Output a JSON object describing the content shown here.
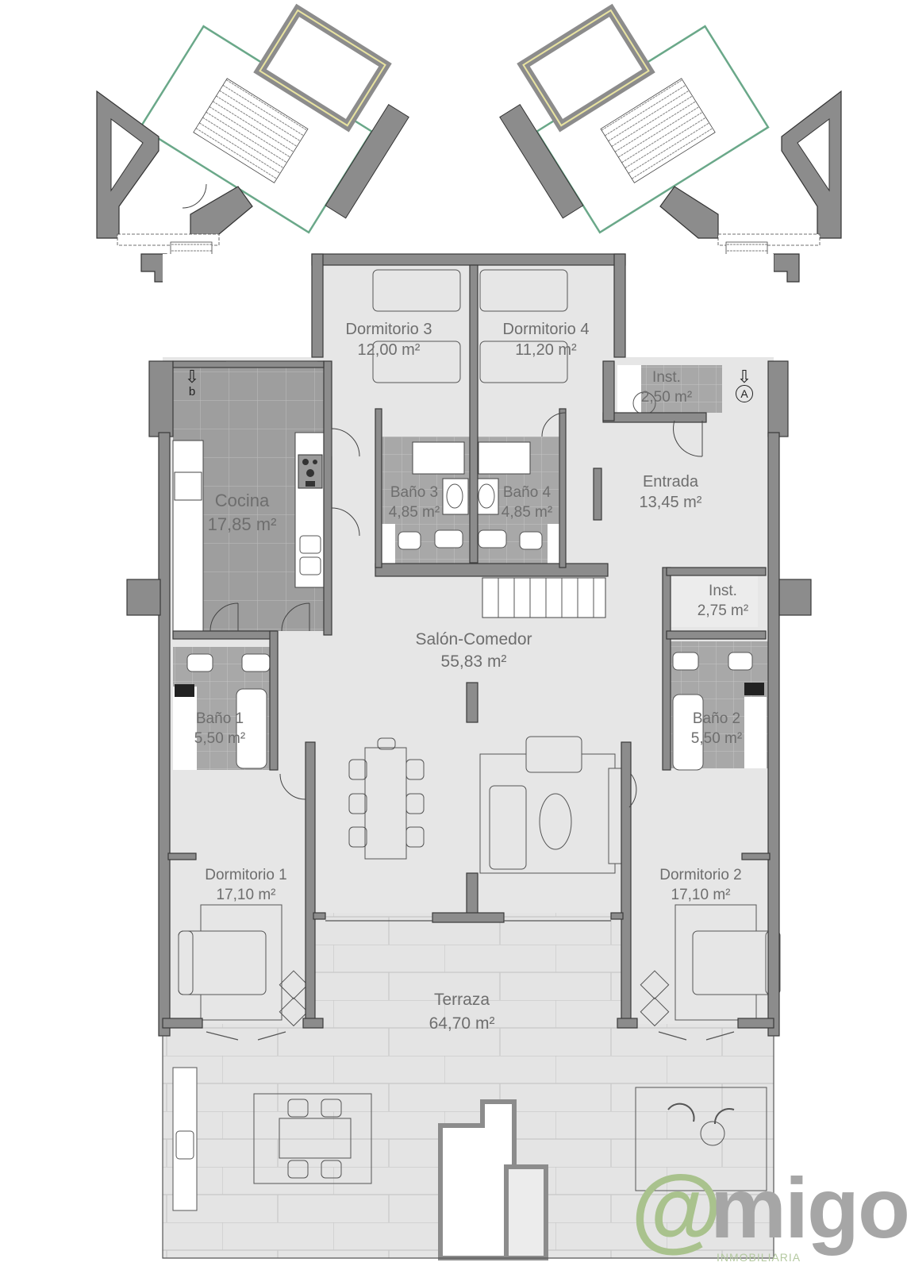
{
  "plan": {
    "type": "floor-plan",
    "colors": {
      "wall": "#8c8c8c",
      "wall_outline": "#3a3a3a",
      "floor": "#e6e6e6",
      "wet_floor": "#a9a9a9",
      "kitchen_floor": "#9a9a9a",
      "terrace_floor": "#e3e3e3",
      "label": "#6e6e6e",
      "facade_green": "#6aa889",
      "facade_yellow": "#e8e3a0",
      "logo_green": "#a9c28d",
      "logo_gray": "#a6a6a6"
    },
    "rooms": [
      {
        "id": "dormitorio-3",
        "name": "Dormitorio 3",
        "area": "12,00 m²"
      },
      {
        "id": "dormitorio-4",
        "name": "Dormitorio 4",
        "area": "11,20 m²"
      },
      {
        "id": "inst-1",
        "name": "Inst.",
        "area": "2,50 m²"
      },
      {
        "id": "entrada",
        "name": "Entrada",
        "area": "13,45 m²"
      },
      {
        "id": "cocina",
        "name": "Cocina",
        "area": "17,85 m²"
      },
      {
        "id": "bano-3",
        "name": "Baño 3",
        "area": "4,85 m²"
      },
      {
        "id": "bano-4",
        "name": "Baño 4",
        "area": "4,85 m²"
      },
      {
        "id": "inst-2",
        "name": "Inst.",
        "area": "2,75 m²"
      },
      {
        "id": "salon-comedor",
        "name": "Salón-Comedor",
        "area": "55,83 m²"
      },
      {
        "id": "bano-1",
        "name": "Baño 1",
        "area": "5,50 m²"
      },
      {
        "id": "bano-2",
        "name": "Baño 2",
        "area": "5,50 m²"
      },
      {
        "id": "dormitorio-1",
        "name": "Dormitorio 1",
        "area": "17,10 m²"
      },
      {
        "id": "dormitorio-2",
        "name": "Dormitorio 2",
        "area": "17,10 m²"
      },
      {
        "id": "terraza",
        "name": "Terraza",
        "area": "64,70 m²"
      }
    ],
    "markers": {
      "stair_b": {
        "symbol": "⇩",
        "label": "b"
      },
      "stair_a": {
        "symbol": "⇩",
        "label": "A"
      }
    }
  },
  "logo": {
    "at": "@",
    "word": "migo",
    "subtitle": "INMOBILIARIA"
  }
}
